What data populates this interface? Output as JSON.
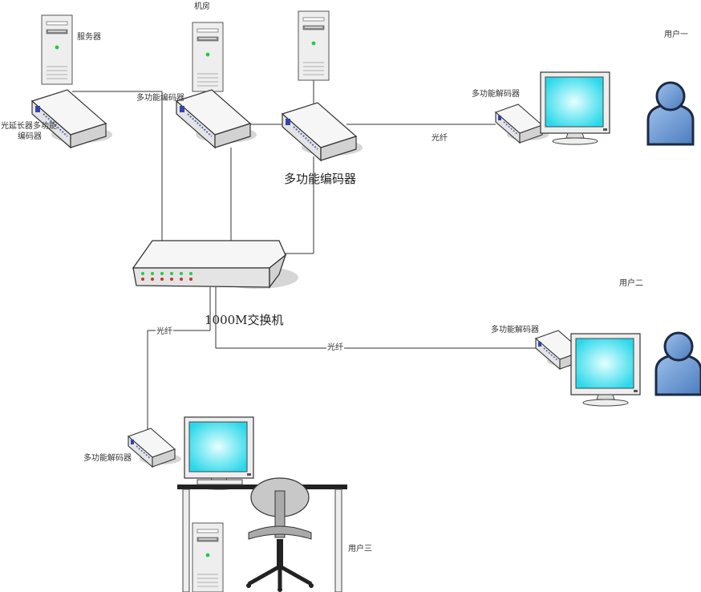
{
  "labels": {
    "server": "服务器",
    "machine_room": "机房",
    "fiber_extender_line1": "光延长器多功能",
    "fiber_extender_line2": "编码器",
    "encoder_center_small": "多功能编码器",
    "encoder_right_large": "多功能编码器",
    "switch": "1000M交换机",
    "decoder_user1": "多功能解码器",
    "decoder_user2": "多功能解码器",
    "decoder_user3": "多功能解码器",
    "fiber_user1": "光纤",
    "fiber_user2": "光纤",
    "fiber_user3": "光纤",
    "user1": "用户一",
    "user2": "用户二",
    "user3": "用户三"
  },
  "colors": {
    "line": "#333333",
    "device_body": "#f4f4f4",
    "device_front": "#e2e2e2",
    "device_shadow": "#d6d6d6",
    "screen": "#33e0ee",
    "screen_glow": "#d8ffff",
    "monitor_frame": "#eeeeee",
    "person_fill": "#6f9bd3",
    "person_outline": "#1d2a44",
    "led_green": "#22cc44",
    "led_red": "#cc3333",
    "port_blue": "#3344aa"
  },
  "icons": {
    "server": "tower-server-icon",
    "encoder": "encoder-box-icon",
    "decoder": "decoder-box-icon",
    "switch": "network-switch-icon",
    "monitor": "crt-monitor-icon",
    "user": "person-icon",
    "desk": "desk-icon",
    "chair": "office-chair-icon"
  }
}
